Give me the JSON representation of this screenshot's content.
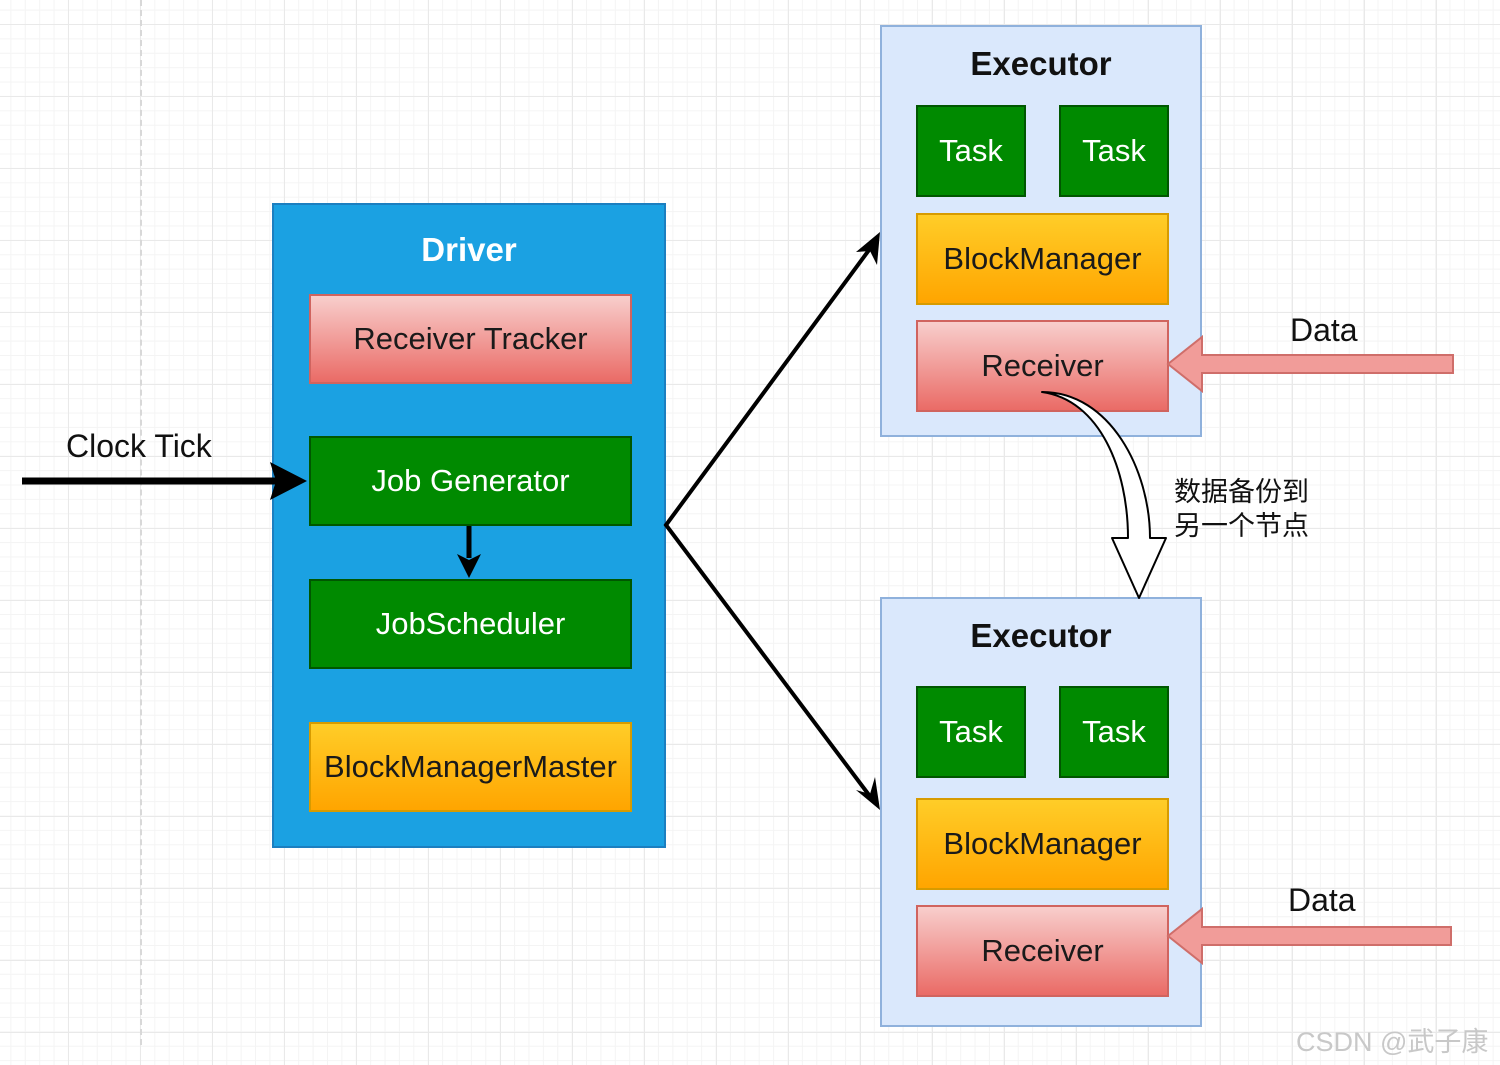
{
  "driver": {
    "title": "Driver",
    "receiver_tracker": "Receiver Tracker",
    "job_generator": "Job Generator",
    "job_scheduler": "JobScheduler",
    "block_manager_master": "BlockManagerMaster"
  },
  "executors": [
    {
      "title": "Executor",
      "task_1": "Task",
      "task_2": "Task",
      "block_manager": "BlockManager",
      "receiver": "Receiver"
    },
    {
      "title": "Executor",
      "task_1": "Task",
      "task_2": "Task",
      "block_manager": "BlockManager",
      "receiver": "Receiver"
    }
  ],
  "labels": {
    "clock_tick": "Clock Tick",
    "data_1": "Data",
    "data_2": "Data",
    "backup_line_1": "数据备份到",
    "backup_line_2": "另一个节点"
  },
  "watermark": "CSDN @武子康",
  "colors": {
    "driver_fill": "#1ba1e2",
    "executor_fill": "#dae8fc",
    "task_green": "#008a00",
    "receiver_red": "#ea6b66",
    "block_manager_orange": "#ffa500",
    "data_arrow": "#f19c99"
  }
}
